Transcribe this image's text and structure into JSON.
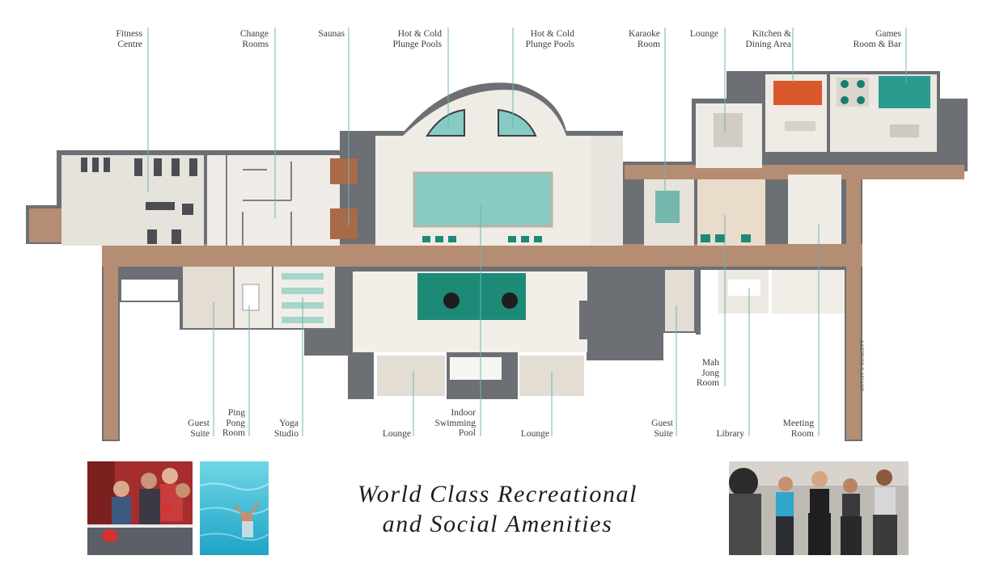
{
  "title": {
    "line1": "World Class Recreational",
    "line2": "and Social Amenities"
  },
  "artist_note": "ARTIST'S CONCEPT",
  "labels": {
    "fitness_centre": [
      "Fitness",
      "Centre"
    ],
    "change_rooms": [
      "Change",
      "Rooms"
    ],
    "saunas": [
      "Saunas"
    ],
    "plunge_pools_left": [
      "Hot & Cold",
      "Plunge Pools"
    ],
    "plunge_pools_right": [
      "Hot & Cold",
      "Plunge Pools"
    ],
    "karaoke_room": [
      "Karaoke",
      "Room"
    ],
    "lounge_top": [
      "Lounge"
    ],
    "kitchen_dining": [
      "Kitchen &",
      "Dining Area"
    ],
    "games_room_bar": [
      "Games",
      "Room & Bar"
    ],
    "guest_suite_left": [
      "Guest",
      "Suite"
    ],
    "ping_pong_room": [
      "Ping",
      "Pong",
      "Room"
    ],
    "yoga_studio": [
      "Yoga",
      "Studio"
    ],
    "lounge_left": [
      "Lounge"
    ],
    "indoor_pool": [
      "Indoor",
      "Swimming",
      "Pool"
    ],
    "lounge_right": [
      "Lounge"
    ],
    "guest_suite_right": [
      "Guest",
      "Suite"
    ],
    "mah_jong_room": [
      "Mah",
      "Jong",
      "Room"
    ],
    "library": [
      "Library"
    ],
    "meeting_room": [
      "Meeting",
      "Room"
    ]
  },
  "colors": {
    "leader_line": "#6fb4b4",
    "wall": "#6c6f74",
    "corridor": "#b58d73",
    "floor_light": "#e9e3da",
    "pool_water": "#86cbc4",
    "teal_accent": "#1d8a78"
  },
  "photos": [
    {
      "name": "ping-pong-photo"
    },
    {
      "name": "swimmer-photo"
    },
    {
      "name": "fitness-class-photo"
    }
  ]
}
